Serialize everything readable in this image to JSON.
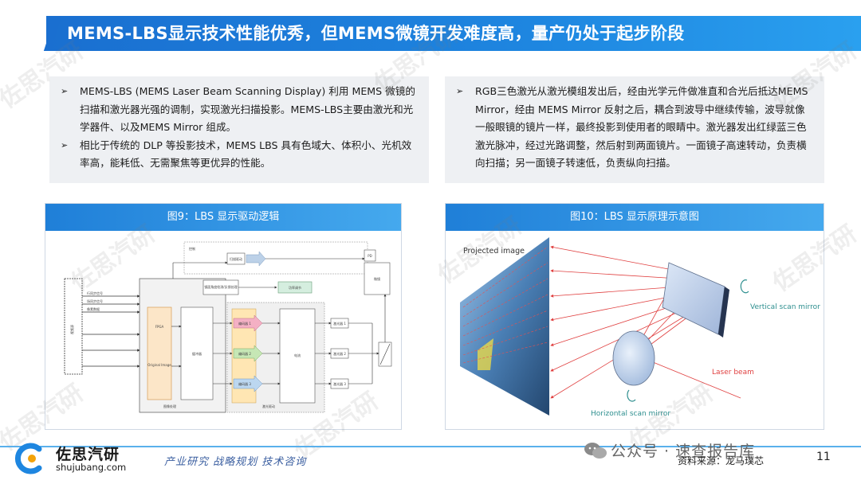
{
  "title": "MEMS-LBS显示技术性能优秀，但MEMS微镜开发难度高，量产仍处于起步阶段",
  "left_bullets": [
    "MEMS-LBS (MEMS Laser Beam Scanning Display) 利用 MEMS 微镜的扫描和激光器光强的调制，实现激光扫描投影。MEMS-LBS主要由激光和光学器件、以及MEMS Mirror 组成。",
    "相比于传统的 DLP 等投影技术，MEMS LBS 具有色域大、体积小、光机效率高，能耗低、无需聚焦等更优异的性能。"
  ],
  "right_bullets": [
    "RGB三色激光从激光模组发出后，经由光学元件做准直和合光后抵达MEMS Mirror，经由 MEMS Mirror 反射之后，耦合到波导中继续传输，波导就像一般眼镜的镜片一样，最终投影到使用者的眼睛中。激光器发出红绿蓝三色激光脉冲，经过光路调整，然后射到两面镜片。一面镜子高速转动，负责横向扫描；另一面镜子转速低，负责纵向扫描。"
  ],
  "bullet_marker": "➢",
  "fig9": {
    "caption": "图9：LBS 显示驱动逻辑",
    "labels": {
      "ext": "视频源",
      "sig1": "行同步信号",
      "sig2": "场同步信号",
      "sig3": "像素数据",
      "fpga": "FPGA",
      "orig": "Original Image",
      "buf": "缓冲器",
      "top1": "控制",
      "top2": "扫描驱动",
      "mid": "镜面角度检测/反馈处理",
      "mod": "功率调节",
      "r": "编码器 1",
      "g": "编码器 2",
      "b": "编码器 3",
      "dac": "电流",
      "ld1": "激光器 1",
      "ld2": "激光器 2",
      "ld3": "激光器 3",
      "pd": "PD",
      "mirror": "微镜",
      "bot1": "图像处理",
      "bot2": "激光驱动"
    }
  },
  "fig10": {
    "caption": "图10：LBS 显示原理示意图",
    "labels": {
      "projected": "Projected image",
      "vertical": "Vertical scan mirror",
      "horizontal": "Horizontal scan mirror",
      "laser": "Laser beam"
    }
  },
  "logo": {
    "cn": "佐思汽研",
    "en": "shujubang.com"
  },
  "slogan": "产业研究  战略规划  技术咨询",
  "wechat": "公众号 · 速查报告库",
  "source": "资料来源：龙马璞芯",
  "page_number": "11",
  "watermark": "佐思汽研",
  "colors": {
    "accent": "#1e86e0",
    "box_bg": "#eef0f3",
    "laser": "#e04040"
  }
}
